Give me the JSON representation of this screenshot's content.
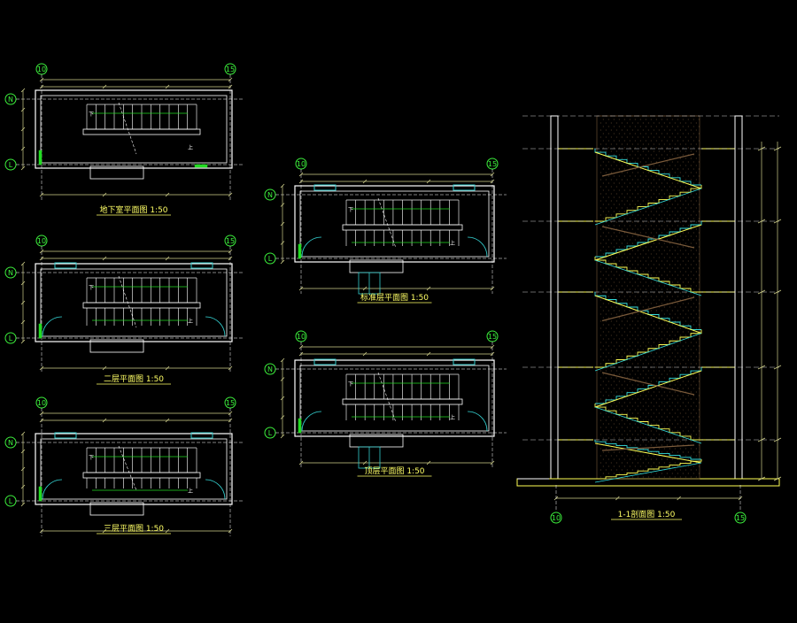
{
  "colors": {
    "background": "#000000",
    "wall": "#ffffff",
    "dim": "#cfcf8a",
    "axis": "#ffffff",
    "grid_bubble": "#3cf03c",
    "title": "#ffff66",
    "window": "#33cccc",
    "stair": "#e6e6e6",
    "flight": "#ffff55",
    "handrail": "#33dddd",
    "hatch": "#7a5a3a",
    "green": "#22dd22",
    "red": "#ff3333",
    "yellow": "#ffff00"
  },
  "grid_labels": {
    "left": "10",
    "right": "15",
    "top_row": "N",
    "bottom_row": "L"
  },
  "plans": [
    {
      "id": "basement",
      "title": "地下室平面图 1:50"
    },
    {
      "id": "floor2",
      "title": "二层平面图 1:50"
    },
    {
      "id": "floor3",
      "title": "三层平面图 1:50"
    },
    {
      "id": "standard",
      "title": "标准层平面图 1:50"
    },
    {
      "id": "top",
      "title": "顶层平面图 1:50"
    }
  ],
  "section": {
    "title": "1-1剖面图 1:50"
  },
  "stair_marks": {
    "up": "上",
    "down": "下"
  }
}
